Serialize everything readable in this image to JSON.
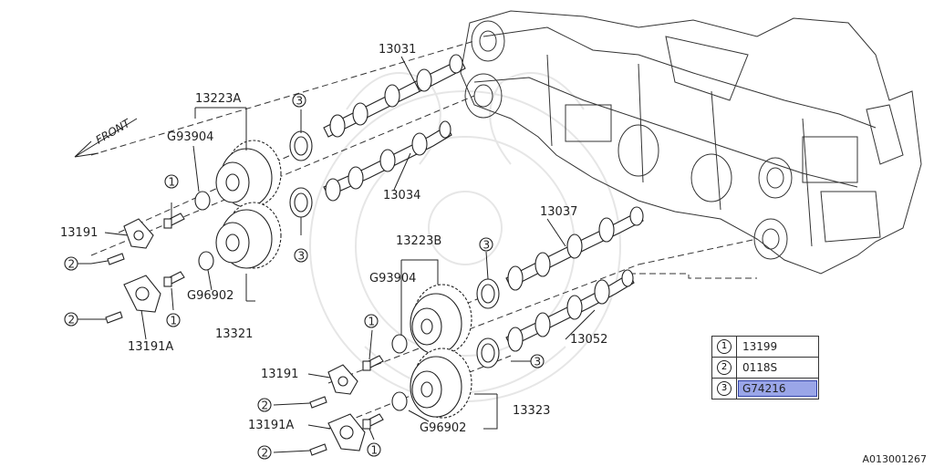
{
  "labels": {
    "cam_upper_left": "13031",
    "cam_lower_left": "13034",
    "cam_upper_right": "13037",
    "cam_lower_right": "13052",
    "sprocket_group_a": "13223A",
    "sprocket_group_b": "13223B",
    "oring_a_left": "G93904",
    "oring_b_left": "G96902",
    "oring_a_right": "G93904",
    "oring_b_right": "G96902",
    "sprocket_assy_left": "13321",
    "sprocket_assy_right": "13323",
    "cover_left_1": "13191",
    "cover_left_2": "13191A",
    "cover_right_1": "13191",
    "cover_right_2": "13191A",
    "front": "FRONT"
  },
  "callouts": {
    "c1": "1",
    "c2": "2",
    "c3": "3"
  },
  "legend": [
    {
      "num": "1",
      "part": "13199",
      "selected": false
    },
    {
      "num": "2",
      "part": "0118S",
      "selected": false
    },
    {
      "num": "3",
      "part": "G74216",
      "selected": true
    }
  ],
  "footer_code": "A013001267"
}
